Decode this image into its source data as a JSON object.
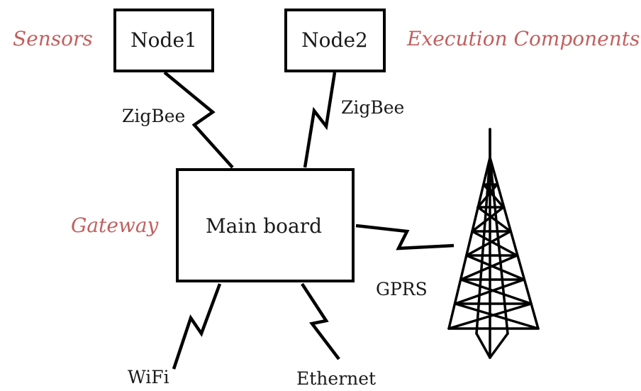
{
  "colors": {
    "role_label": "#c0605f",
    "line": "#000000",
    "text": "#1a1a1a",
    "background": "#ffffff"
  },
  "boxes": {
    "node1": "Node1",
    "node2": "Node2",
    "main_board": "Main board"
  },
  "roles": {
    "sensors": "Sensors",
    "execution": "Execution Components",
    "gateway": "Gateway"
  },
  "links": {
    "zigbee_left": "ZigBee",
    "zigbee_right": "ZigBee",
    "gprs": "GPRS",
    "wifi": "WiFi",
    "ethernet": "Ethernet"
  },
  "icons": {
    "tower": "radio-tower-icon"
  }
}
